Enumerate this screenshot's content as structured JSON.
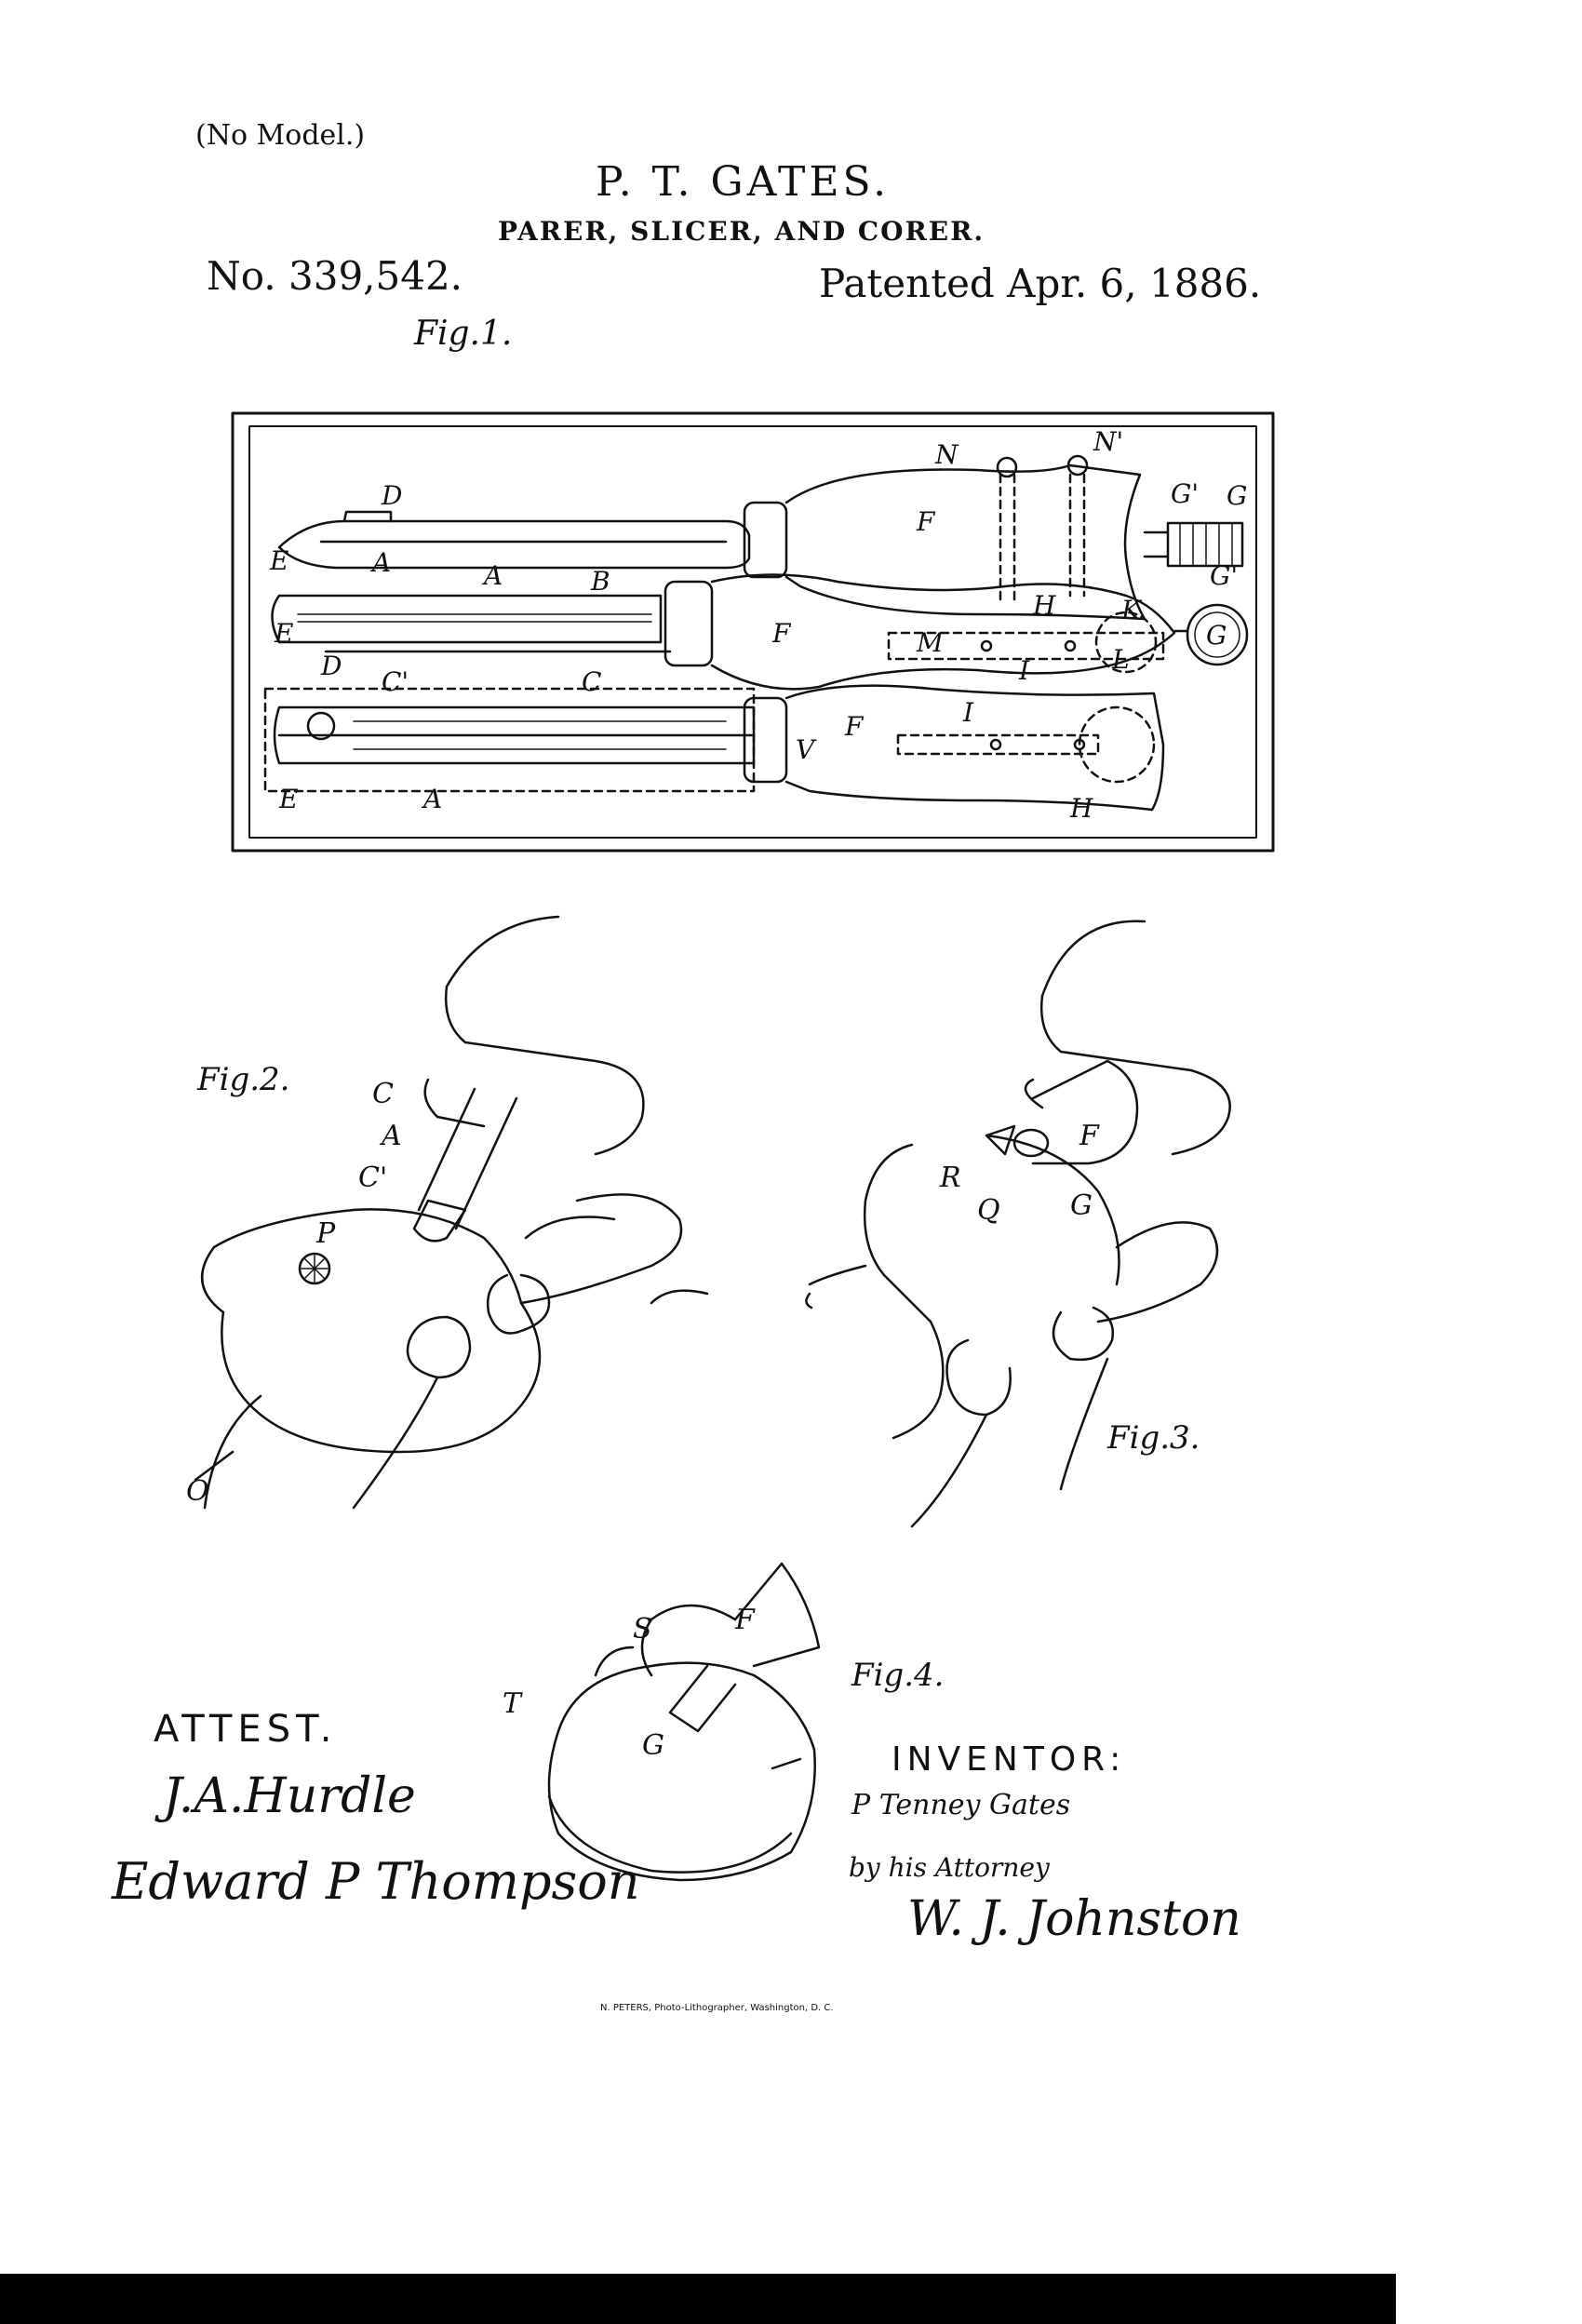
{
  "header": {
    "no_model": "(No Model.)",
    "inventor": "P. T. GATES.",
    "title": "PARER, SLICER, AND CORER.",
    "patent_number": "No. 339,542.",
    "patent_date": "Patented Apr. 6, 1886."
  },
  "figures": {
    "fig1_label": "Fig.1.",
    "fig2_label": "Fig.2.",
    "fig3_label": "Fig.3.",
    "fig4_label": "Fig.4."
  },
  "fig1_letters": [
    "D",
    "E",
    "A",
    "A",
    "B",
    "F",
    "F",
    "F",
    "N",
    "N'",
    "G'",
    "G",
    "G'",
    "H",
    "K",
    "M",
    "L",
    "G",
    "I",
    "I",
    "H",
    "D",
    "C'",
    "C",
    "E",
    "A",
    "E",
    "V"
  ],
  "fig2_letters": [
    "C",
    "A",
    "C'",
    "P",
    "O"
  ],
  "fig3_letters": [
    "F",
    "R",
    "Q",
    "G"
  ],
  "fig4_letters": [
    "S",
    "F",
    "T",
    "G"
  ],
  "signatures": {
    "attest_label": "ATTEST.",
    "witness_1": "J.A.Hurdle",
    "witness_2": "Edward P Thompson",
    "inventor_label": "INVENTOR:",
    "inventor_signature": "P Tenney Gates",
    "by_attorney": "by his Attorney",
    "attorney_signature": "W. J. Johnston"
  },
  "footer": {
    "printer": "N. PETERS, Photo-Lithographer, Washington, D. C."
  }
}
